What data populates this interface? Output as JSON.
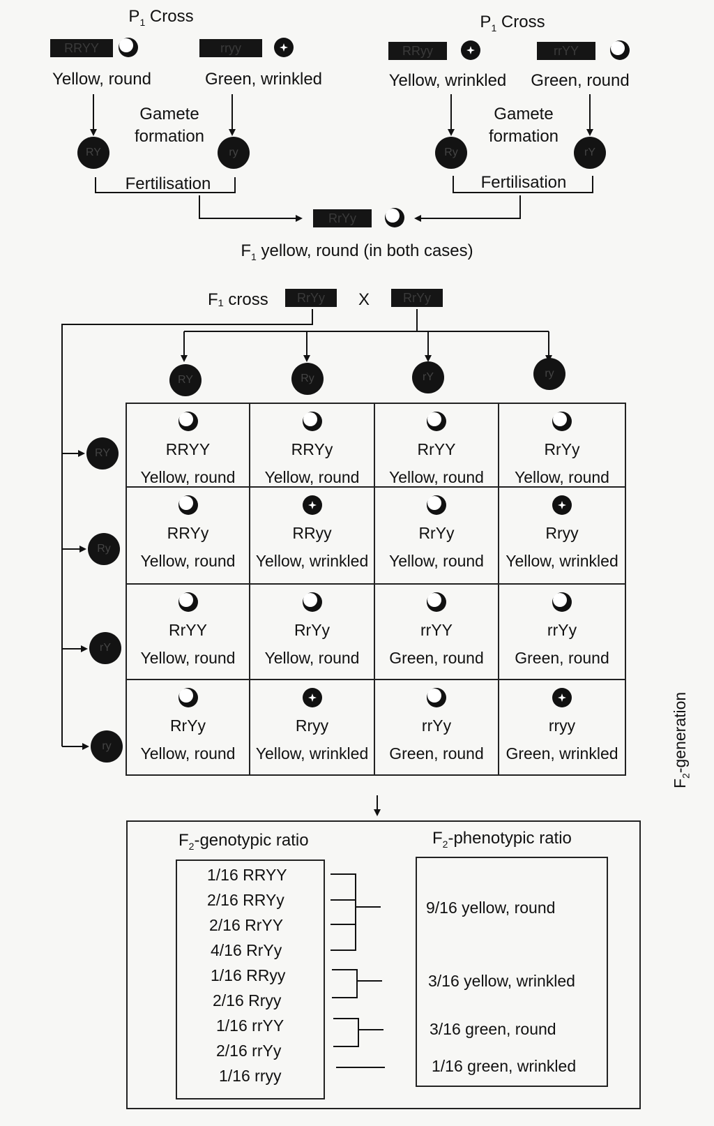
{
  "left_p1": {
    "title": "P",
    "title_sub": "1",
    "title_rest": " Cross",
    "parent1": {
      "genotype": "RRYY",
      "label": "Yellow, round",
      "seed": "round"
    },
    "parent2": {
      "genotype": "rryy",
      "label": "Green, wrinkled",
      "seed": "wrinkled"
    },
    "gamete_text": "Gamete\nformation",
    "gamete_line1": "Gamete",
    "gamete_line2": "formation",
    "gamete1": "RY",
    "gamete2": "ry",
    "fertilisation": "Fertilisation"
  },
  "right_p1": {
    "title": "P",
    "title_sub": "1",
    "title_rest": " Cross",
    "parent1": {
      "genotype": "RRyy",
      "label": "Yellow, wrinkled",
      "seed": "wrinkled"
    },
    "parent2": {
      "genotype": "rrYY",
      "label": "Green, round",
      "seed": "round"
    },
    "gamete_line1": "Gamete",
    "gamete_line2": "formation",
    "gamete1": "Ry",
    "gamete2": "rY",
    "fertilisation": "Fertilisation"
  },
  "f1": {
    "genotype": "RrYy",
    "label_pre": "F",
    "label_sub": "1",
    "label_rest": " yellow, round (in both cases)"
  },
  "f1_cross": {
    "label": "F₁ cross",
    "left": "RrYy",
    "x": "X",
    "right": "RrYy"
  },
  "column_gametes": [
    "RY",
    "Ry",
    "rY",
    "ry"
  ],
  "row_gametes": [
    "RY",
    "Ry",
    "rY",
    "ry"
  ],
  "punnett": [
    [
      {
        "genotype": "RRYY",
        "phenotype": "Yellow, round",
        "seed": "round"
      },
      {
        "genotype": "RRYy",
        "phenotype": "Yellow, round",
        "seed": "round"
      },
      {
        "genotype": "RrYY",
        "phenotype": "Yellow, round",
        "seed": "round"
      },
      {
        "genotype": "RrYy",
        "phenotype": "Yellow, round",
        "seed": "round"
      }
    ],
    [
      {
        "genotype": "RRYy",
        "phenotype": "Yellow, round",
        "seed": "round"
      },
      {
        "genotype": "RRyy",
        "phenotype": "Yellow, wrinkled",
        "seed": "wrinkled"
      },
      {
        "genotype": "RrYy",
        "phenotype": "Yellow, round",
        "seed": "round"
      },
      {
        "genotype": "Rryy",
        "phenotype": "Yellow, wrinkled",
        "seed": "wrinkled"
      }
    ],
    [
      {
        "genotype": "RrYY",
        "phenotype": "Yellow, round",
        "seed": "round"
      },
      {
        "genotype": "RrYy",
        "phenotype": "Yellow, round",
        "seed": "round"
      },
      {
        "genotype": "rrYY",
        "phenotype": "Green, round",
        "seed": "round"
      },
      {
        "genotype": "rrYy",
        "phenotype": "Green, round",
        "seed": "round"
      }
    ],
    [
      {
        "genotype": "RrYy",
        "phenotype": "Yellow, round",
        "seed": "round"
      },
      {
        "genotype": "Rryy",
        "phenotype": "Yellow, wrinkled",
        "seed": "wrinkled"
      },
      {
        "genotype": "rrYy",
        "phenotype": "Green, round",
        "seed": "round"
      },
      {
        "genotype": "rryy",
        "phenotype": "Green, wrinkled",
        "seed": "wrinkled"
      }
    ]
  ],
  "f2_generation_label": {
    "pre": "F",
    "sub": "2",
    "rest": "-generation"
  },
  "genotypic": {
    "title_pre": "F",
    "title_sub": "2",
    "title_rest": "-genotypic ratio",
    "items": [
      "1/16 RRYY",
      "2/16 RRYy",
      "2/16 RrYY",
      "4/16 RrYy",
      "1/16 RRyy",
      "2/16 Rryy",
      "1/16 rrYY",
      "2/16 rrYy",
      "1/16 rryy"
    ]
  },
  "phenotypic": {
    "title_pre": "F",
    "title_sub": "2",
    "title_rest": "-phenotypic ratio",
    "items": [
      "9/16 yellow, round",
      "3/16 yellow, wrinkled",
      "3/16 green, round",
      "1/16 green, wrinkled"
    ]
  }
}
